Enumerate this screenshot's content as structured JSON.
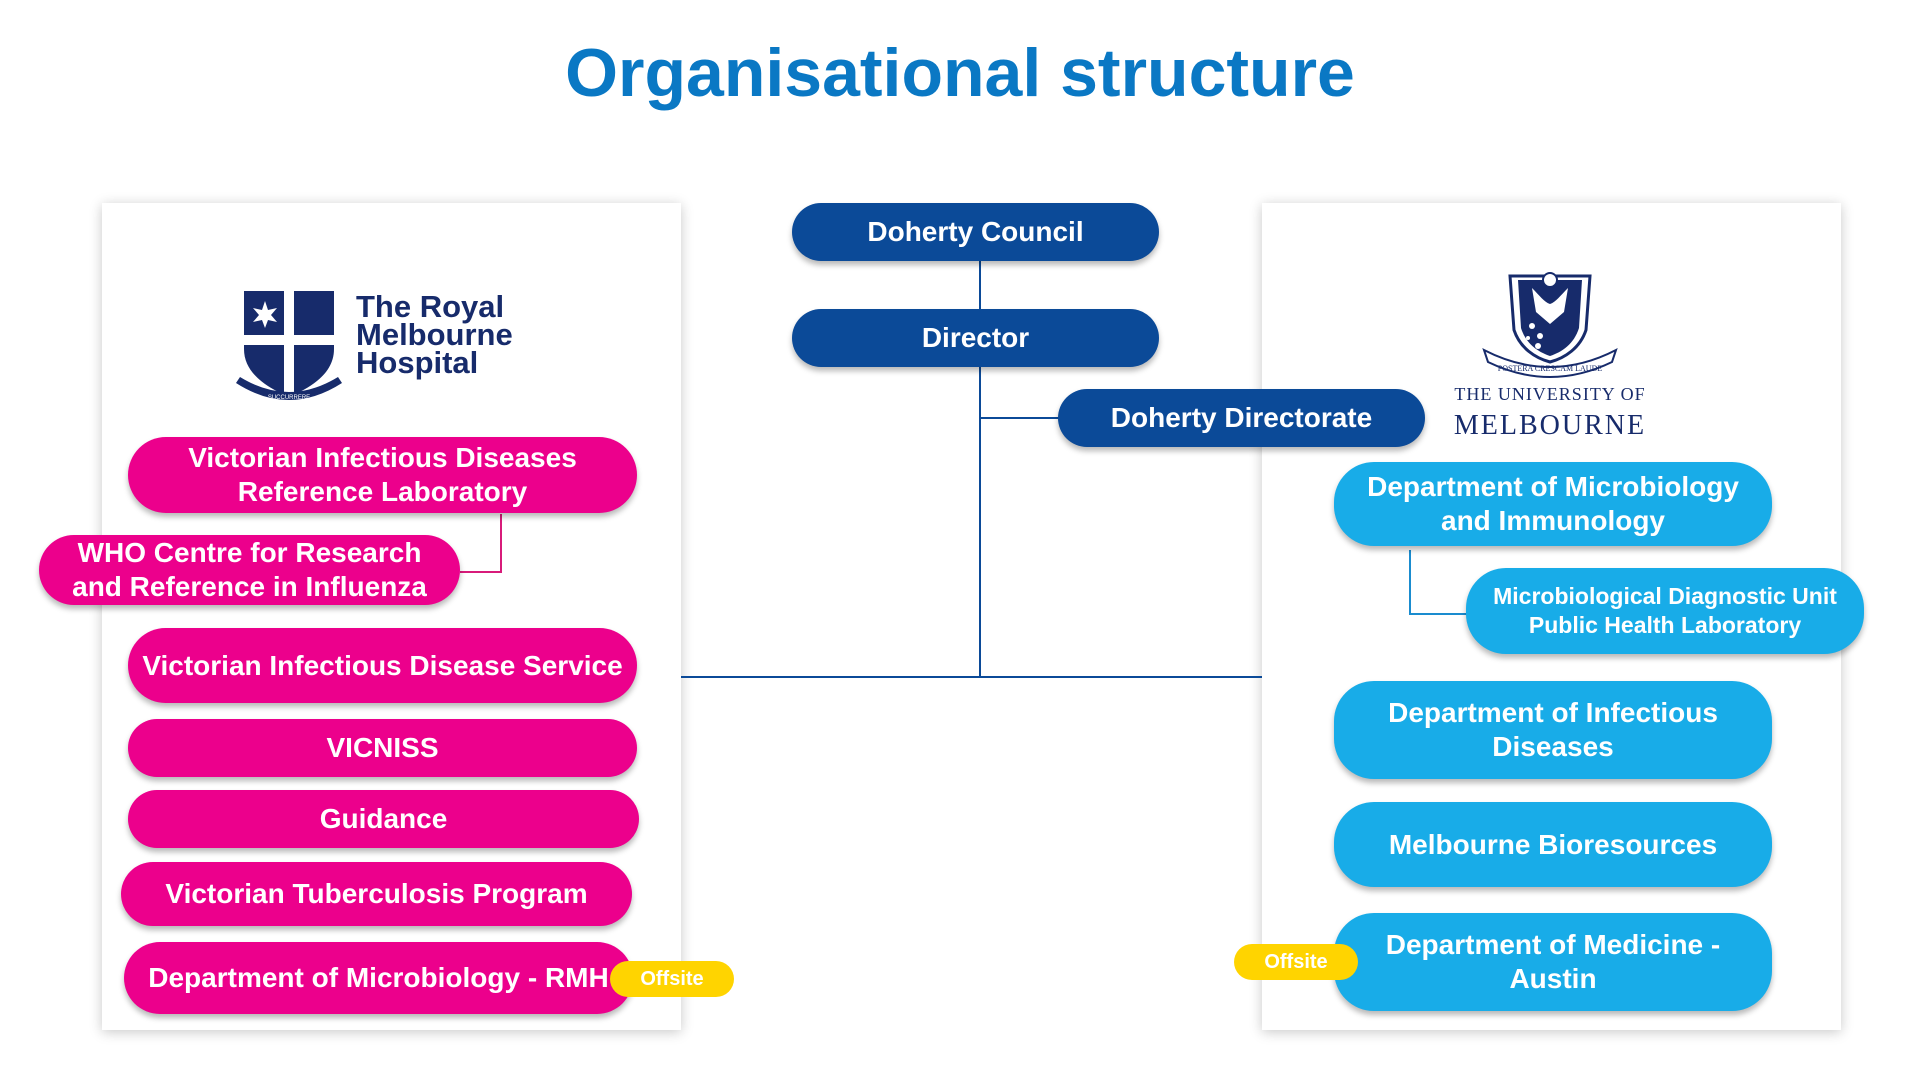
{
  "title": "Organisational structure",
  "center": {
    "council": "Doherty Council",
    "director": "Director",
    "directorate": "Doherty Directorate"
  },
  "left": {
    "logo_lines": [
      "The Royal",
      "Melbourne",
      "Hospital"
    ],
    "logo_motto": "SUCCURRERE",
    "items": [
      "Victorian Infectious Diseases Reference Laboratory",
      "WHO Centre for Research and Reference in Influenza",
      "Victorian Infectious Disease Service",
      "VICNISS",
      "Guidance",
      "Victorian Tuberculosis Program",
      "Department of Microbiology - RMH"
    ],
    "offsite_label": "Offsite"
  },
  "right": {
    "logo_line1": "THE UNIVERSITY OF",
    "logo_line2": "MELBOURNE",
    "logo_motto": "POSTERA CRESCAM LAUDE",
    "items": [
      "Department of Microbiology and Immunology",
      "Microbiological Diagnostic Unit Public Health Laboratory",
      "Department of Infectious Diseases",
      "Melbourne Bioresources",
      "Department of Medicine - Austin"
    ],
    "offsite_label": "Offsite"
  },
  "colors": {
    "title": "#0a78c4",
    "navy": "#0b4a98",
    "pink": "#ec008c",
    "cyan": "#18ace8",
    "offsite": "#ffd400"
  }
}
